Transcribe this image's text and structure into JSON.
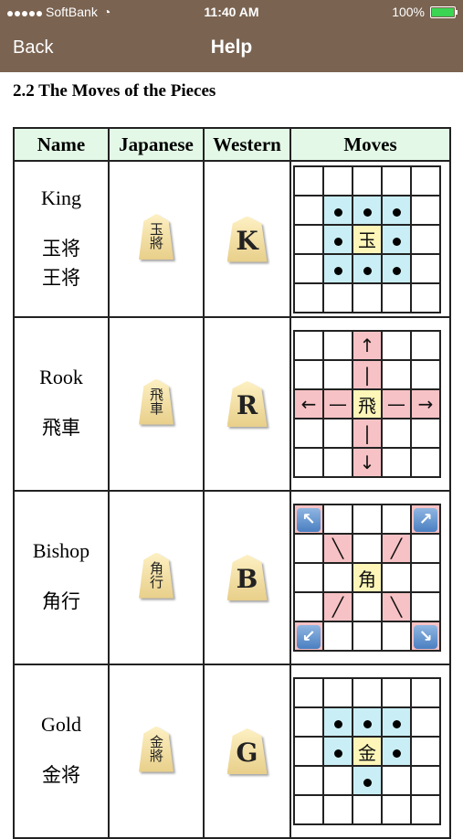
{
  "status_bar": {
    "carrier": "SoftBank",
    "time": "11:40 AM",
    "battery": "100%"
  },
  "nav": {
    "back_label": "Back",
    "title": "Help"
  },
  "section_title": "2.2 The Moves of the Pieces",
  "table": {
    "headers": [
      "Name",
      "Japanese",
      "Western",
      "Moves"
    ],
    "rows": [
      {
        "name_en": "King",
        "name_jp": [
          "玉将",
          "王将"
        ],
        "piece_jp_label": "玉將",
        "western_letter": "K",
        "center": "玉"
      },
      {
        "name_en": "Rook",
        "name_jp": [
          "飛車"
        ],
        "piece_jp_label": "飛車",
        "western_letter": "R",
        "center": "飛"
      },
      {
        "name_en": "Bishop",
        "name_jp": [
          "角行"
        ],
        "piece_jp_label": "角行",
        "western_letter": "B",
        "center": "角"
      },
      {
        "name_en": "Gold",
        "name_jp": [
          "金将"
        ],
        "piece_jp_label": "金將",
        "western_letter": "G",
        "center": "金"
      }
    ]
  },
  "colors": {
    "nav_bg": "#7a6351",
    "header_bg": "#e3f8e6",
    "move_blue": "#c9eef5",
    "move_pink": "#f7c2c5",
    "center_yellow": "#fdf6b8"
  }
}
